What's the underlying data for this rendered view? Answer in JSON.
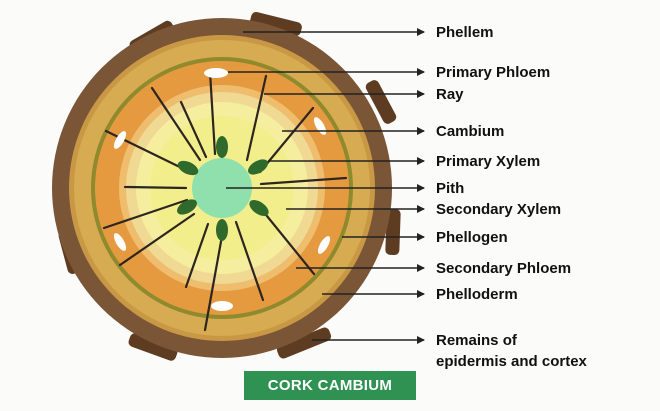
{
  "labels": {
    "phellem": "Phellem",
    "primary_phloem": "Primary Phloem",
    "ray": "Ray",
    "cambium": "Cambium",
    "primary_xylem": "Primary Xylem",
    "pith": "Pith",
    "secondary_xylem": "Secondary Xylem",
    "phellogen": "Phellogen",
    "secondary_phloem": "Secondary Phloem",
    "phelloderm": "Phelloderm",
    "remains_line1": "Remains of",
    "remains_line2": "epidermis and cortex"
  },
  "caption": "CORK CAMBIUM",
  "colors": {
    "bark": "#7a5536",
    "bark_patch": "#5e3c22",
    "outer_gold": "#d3a64a",
    "olive_ring": "#8e8a2d",
    "phloem_orange": "#e5983f",
    "xylem_light": "#ecd48d",
    "xylem_pale": "#f5ec9d",
    "inner_yellow": "#f3ee8c",
    "pith": "#8fe0ac",
    "primary_xylem": "#2f6a2c",
    "caption_bg": "#2f9152"
  }
}
